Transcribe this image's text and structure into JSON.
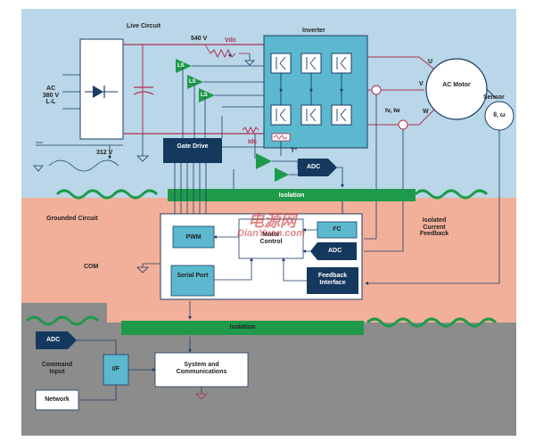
{
  "colors": {
    "live_bg": "#b9d7e8",
    "grounded_bg": "#f2b09a",
    "command_bg": "#8c8c8c",
    "block_teal": "#5bb8cf",
    "block_navy": "#14385e",
    "isolation_green": "#1e9a4a",
    "wire_red": "#b03050",
    "wire_navy": "#1d3b66",
    "watermark": "#d03030"
  },
  "zones": {
    "live": "Live Circuit",
    "grounded": "Grounded Circuit",
    "com": "COM",
    "command": "Command Input"
  },
  "blocks": {
    "ac_source": "AC 380 V L-L",
    "dc_bus_voltage": "540 V",
    "vdc": "Vdc",
    "low_voltage": "312 V",
    "inverter": "Inverter",
    "ls": "LS",
    "gate_drive": "Gate Drive",
    "temperature": "T°",
    "shunt_current": "Idc",
    "adc": "ADC",
    "isolation_top": "Isolation",
    "isolation_bottom": "Isolation",
    "pwm": "PWM",
    "motor_control": "Motor Control",
    "i2c": "I²C",
    "serial_port": "Serial Port",
    "feedback_interface": "Feedback Interface",
    "isolated_feedback": "Isolated Current Feedback",
    "motor": "AC Motor",
    "phase_u": "U",
    "phase_v": "V",
    "phase_w": "W",
    "phase_currents": "Iv, Iw",
    "sensor": "Sensor",
    "sensor_value": "θ, ω",
    "command_adc": "ADC",
    "interface": "I/F",
    "network": "Network",
    "system_comms": "System and Communications"
  },
  "watermark": {
    "cn": "电源网",
    "url": "DianYuan.com"
  }
}
